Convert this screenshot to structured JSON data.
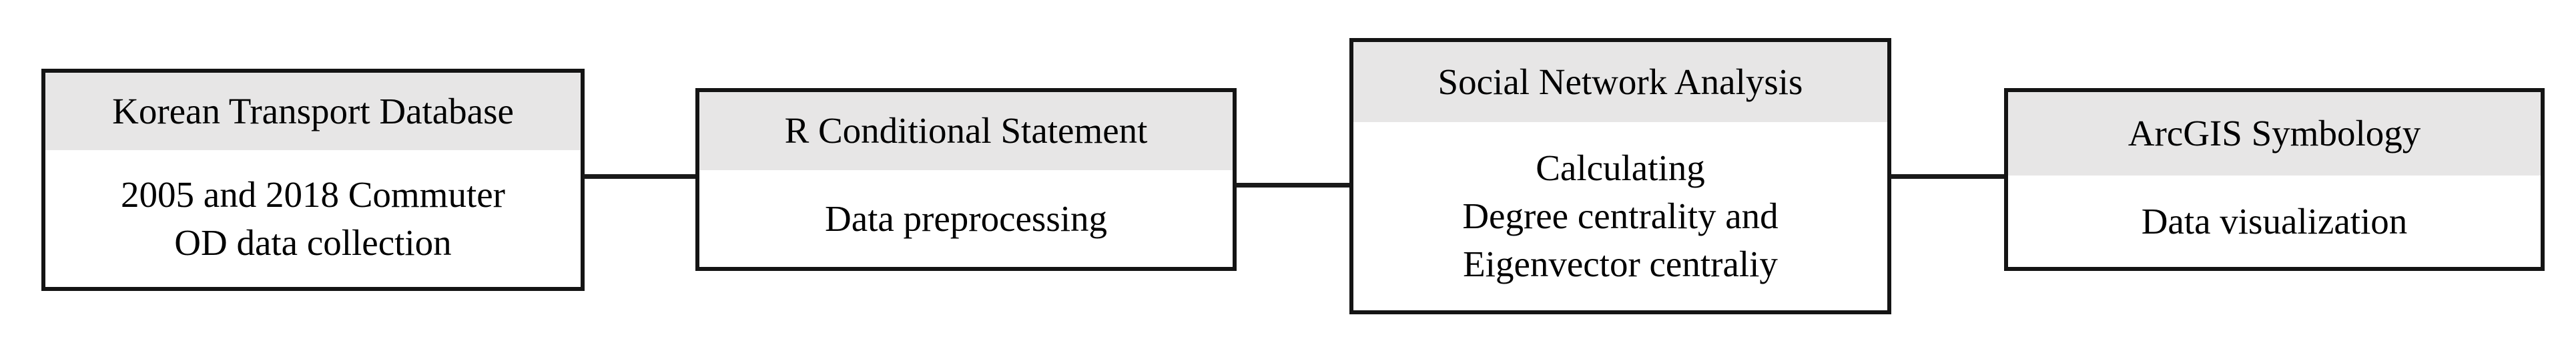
{
  "diagram": {
    "type": "flowchart",
    "direction": "left-to-right",
    "boxes": [
      {
        "id": "korean-transport-database",
        "header": "Korean Transport Database",
        "body": "2005 and 2018 Commuter\nOD data collection"
      },
      {
        "id": "r-conditional-statement",
        "header": "R Conditional Statement",
        "body": "Data preprocessing"
      },
      {
        "id": "social-network-analysis",
        "header": "Social Network Analysis",
        "body": "Calculating\nDegree centrality and\nEigenvector centraliy"
      },
      {
        "id": "arcgis-symbology",
        "header": "ArcGIS Symbology",
        "body": "Data visualization"
      }
    ],
    "connectors": [
      {
        "from": "korean-transport-database",
        "to": "r-conditional-statement"
      },
      {
        "from": "r-conditional-statement",
        "to": "social-network-analysis"
      },
      {
        "from": "social-network-analysis",
        "to": "arcgis-symbology"
      }
    ],
    "colors": {
      "header_bg": "#e7e6e6",
      "border": "#141414",
      "connector": "#1a1a1a",
      "text": "#000000",
      "background": "#ffffff"
    }
  }
}
